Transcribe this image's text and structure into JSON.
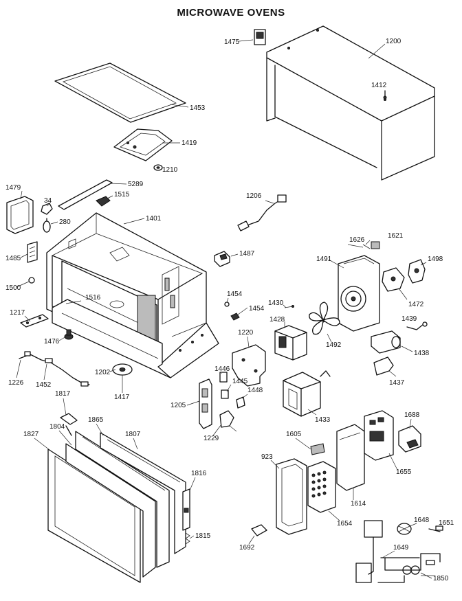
{
  "title": "MICROWAVE OVENS",
  "labels": {
    "p1475": "1475",
    "p1200": "1200",
    "p1412": "1412",
    "p1453": "1453",
    "p1419": "1419",
    "p1210": "1210",
    "p1479": "1479",
    "p5289": "5289",
    "p34": "34",
    "p1515": "1515",
    "p280": "280",
    "p1401": "1401",
    "p1206": "1206",
    "p1626": "1626",
    "p1621": "1621",
    "p1485": "1485",
    "p1487": "1487",
    "p1491": "1491",
    "p1498": "1498",
    "p1500": "1500",
    "p1516": "1516",
    "p1454a": "1454",
    "p1454b": "1454",
    "p1430": "1430",
    "p1472": "1472",
    "p1217": "1217",
    "p1428": "1428",
    "p1492": "1492",
    "p1439": "1439",
    "p1476": "1476",
    "p1220": "1220",
    "p1438": "1438",
    "p1226": "1226",
    "p1452": "1452",
    "p1202": "1202",
    "p1417": "1417",
    "p1446": "1446",
    "p1445": "1445",
    "p1448": "1448",
    "p1437": "1437",
    "p1817": "1817",
    "p1205": "1205",
    "p1433": "1433",
    "p1688": "1688",
    "p1865": "1865",
    "p1229": "1229",
    "p1804": "1804",
    "p1827": "1827",
    "p1807": "1807",
    "p1605": "1605",
    "p1655": "1655",
    "p923": "923",
    "p1816": "1816",
    "p1614": "1614",
    "p1654": "1654",
    "p1648": "1648",
    "p1651": "1651",
    "p1815": "1815",
    "p1692": "1692",
    "p1649": "1649",
    "p1850": "1850"
  }
}
